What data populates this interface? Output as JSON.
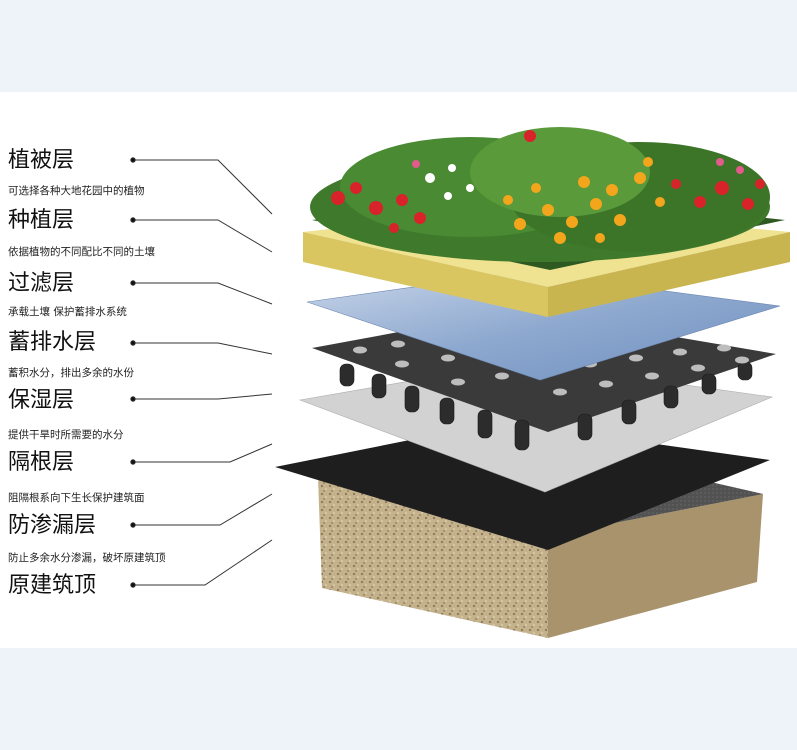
{
  "layers": [
    {
      "title": "植被层",
      "desc": "可选择各种大地花园中的植物"
    },
    {
      "title": "种植层",
      "desc": "依据植物的不同配比不同的土壤"
    },
    {
      "title": "过滤层",
      "desc": "承载土壤 保护蓄排水系统"
    },
    {
      "title": "蓄排水层",
      "desc": "蓄积水分，排出多余的水份"
    },
    {
      "title": "保湿层",
      "desc": "提供干旱时所需要的水分"
    },
    {
      "title": "隔根层",
      "desc": "阻隔根系向下生长保护建筑面"
    },
    {
      "title": "防渗漏层",
      "desc": "防止多余水分渗漏，破坏原建筑顶"
    },
    {
      "title": "原建筑顶",
      "desc": ""
    }
  ],
  "colors": {
    "background": "#eef3f9",
    "soil": "#e6d77a",
    "filter": "#9fb6d6",
    "drainage": "#3b3b3b",
    "moisture": "#cfcfcf",
    "root_barrier": "#1f1f1f",
    "waterproof": "#555555",
    "concrete": "#bfae8a"
  }
}
